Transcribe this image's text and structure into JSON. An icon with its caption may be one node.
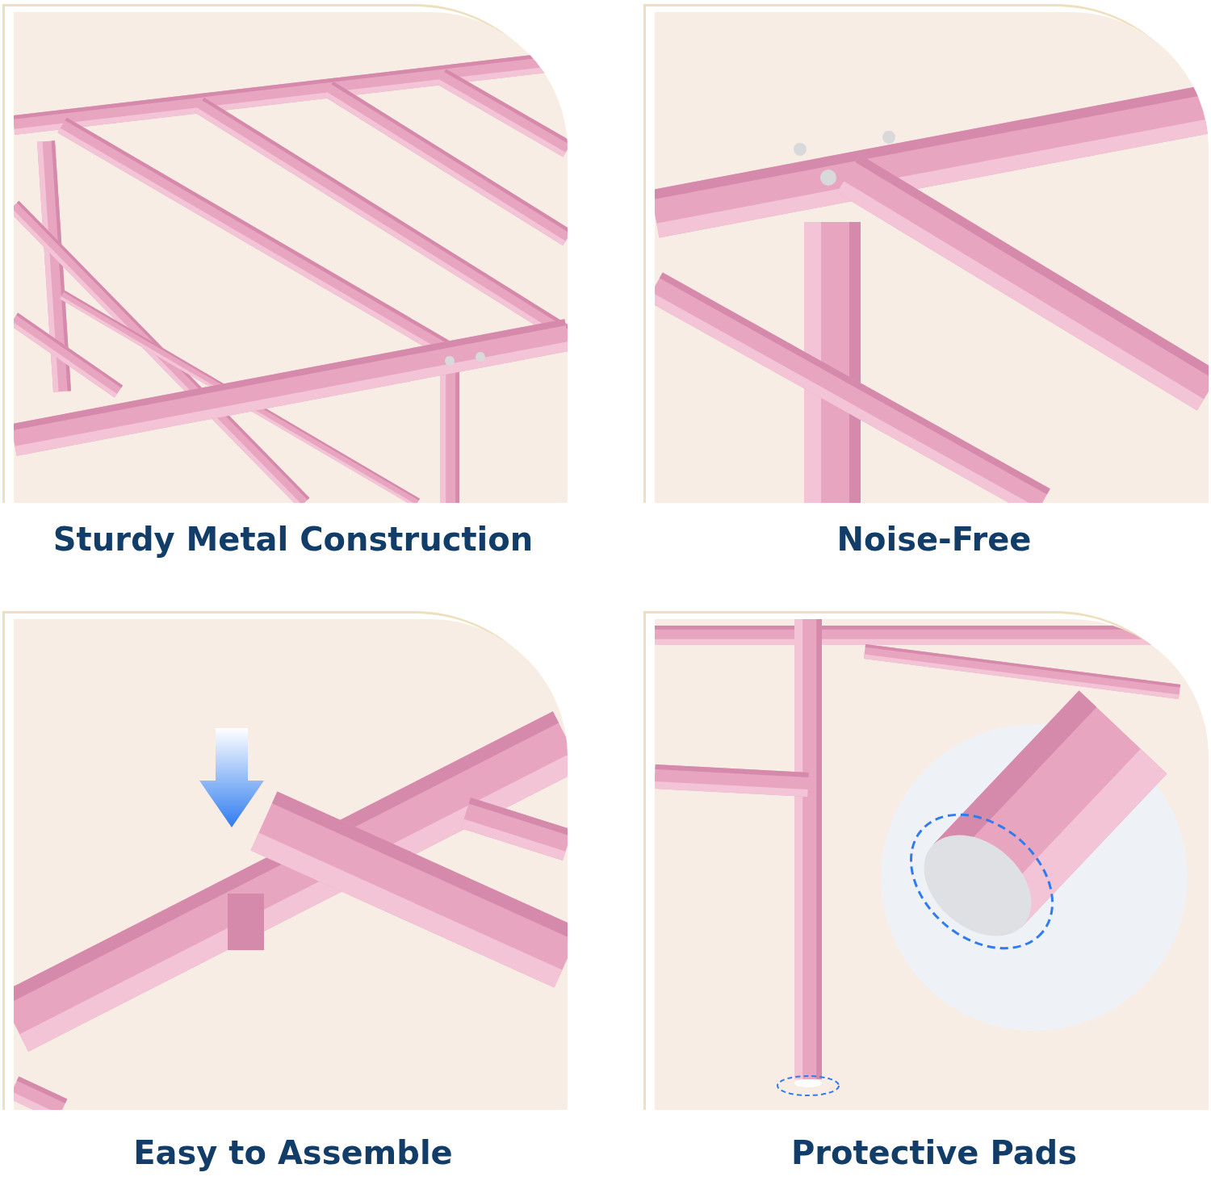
{
  "diagram": {
    "labels": [
      "Sturdy Metal Construction",
      "Noise-Free",
      "Easy to Assemble",
      "Protective Pads"
    ]
  }
}
